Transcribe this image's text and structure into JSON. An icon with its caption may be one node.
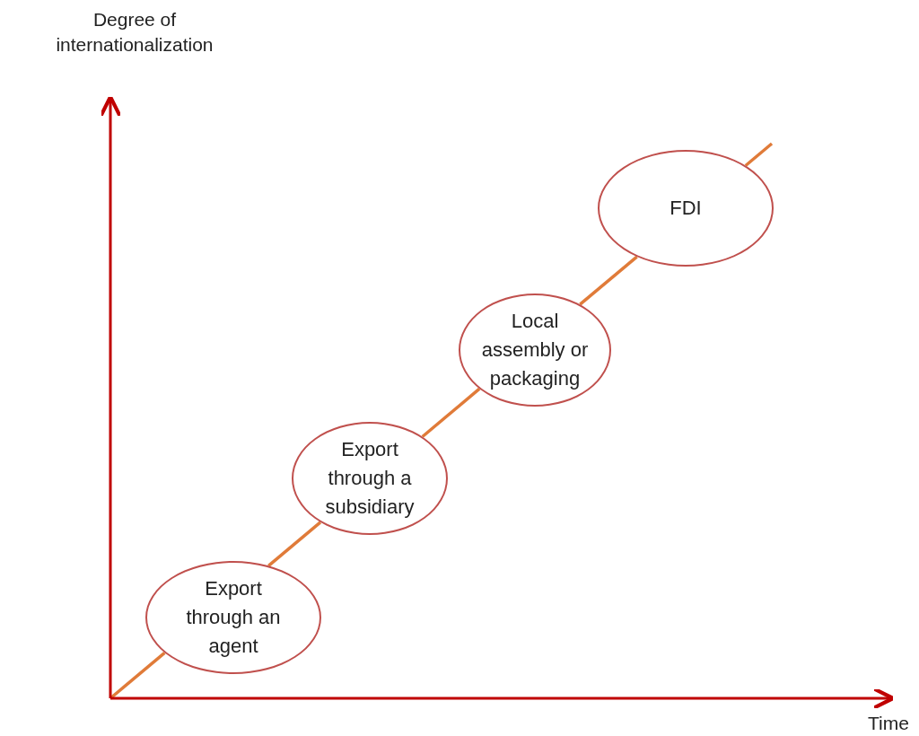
{
  "diagram": {
    "nodes": [
      {
        "text": [
          "Export through an agent"
        ]
      },
      {
        "text": [
          "Export through a subsidiary"
        ]
      },
      {
        "text": [
          "Local assembly or packaging"
        ]
      },
      {
        "text": [
          "FDI"
        ]
      }
    ],
    "edges": [
      {
        "from": null,
        "to": 0,
        "arrow": "none"
      },
      {
        "from": 0,
        "to": 1,
        "arrow": "none"
      },
      {
        "from": 1,
        "to": 2,
        "arrow": "none"
      },
      {
        "from": 2,
        "to": 3,
        "arrow": "none"
      },
      {
        "from": 3,
        "to": null,
        "arrow": "none"
      }
    ],
    "labels": [
      "Degree of internationalization",
      "Time"
    ]
  }
}
